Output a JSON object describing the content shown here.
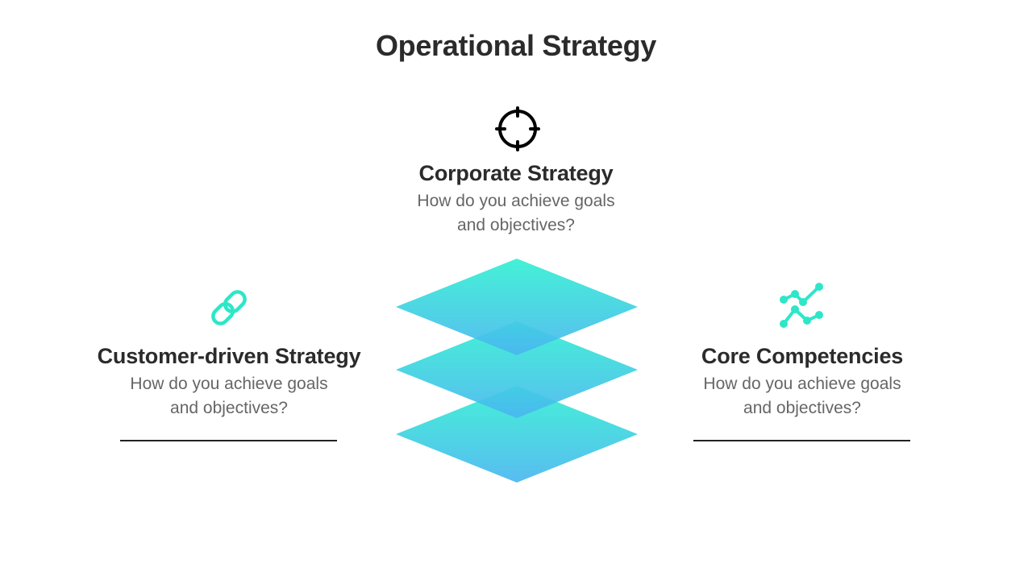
{
  "title": "Operational Strategy",
  "sections": {
    "top": {
      "heading": "Corporate Strategy",
      "line1": "How do you achieve goals",
      "line2": "and objectives?",
      "icon": "target-icon"
    },
    "left": {
      "heading": "Customer-driven Strategy",
      "line1": "How do you achieve goals",
      "line2": "and objectives?",
      "icon": "link-icon"
    },
    "right": {
      "heading": "Core Competencies",
      "line1": "How do you achieve goals",
      "line2": "and objectives?",
      "icon": "trend-lines-icon"
    }
  },
  "colors": {
    "accent": "#2ee6c8",
    "layer_top": "#33f0d2",
    "layer_bottom": "#4ab6f0",
    "heading": "#2b2b2b",
    "body": "#666666"
  }
}
